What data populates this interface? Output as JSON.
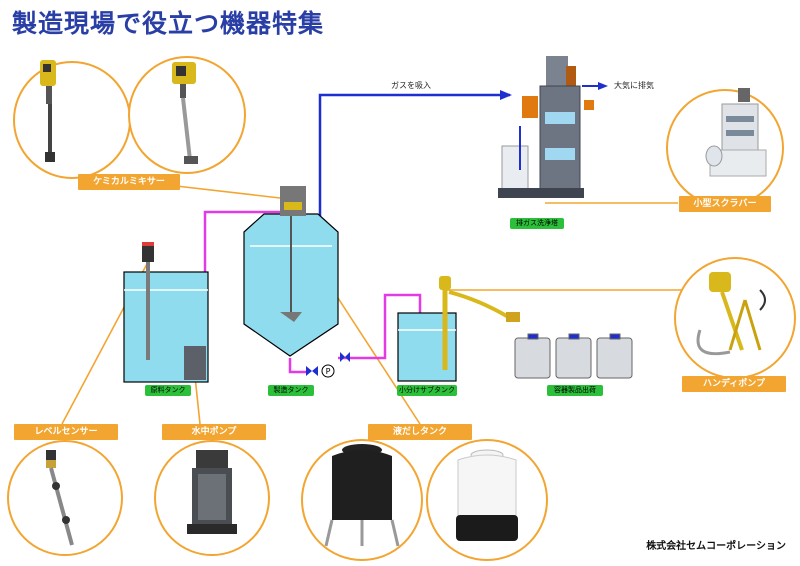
{
  "title": "製造現場で役立つ機器特集",
  "labels": {
    "chemical_mixer": "ケミカルミキサー",
    "small_scrubber": "小型スクラバー",
    "handy_pump": "ハンディポンプ",
    "level_sensor": "レベルセンサー",
    "submersible_pump": "水中ポンプ",
    "dispense_tank": "液だしタンク"
  },
  "tanks": {
    "raw_tank": "原料タンク",
    "production_tank": "製造タンク",
    "dispense_small_tank": "小分けサブタンク",
    "container_shipping": "容器製品出荷",
    "exhaust_gas": "排ガス洗浄塔"
  },
  "flows": {
    "gas_intake": "ガスを吸入",
    "exhaust": "大気に排気"
  },
  "pump_symbol": "P",
  "company": "株式会社セムコーポレーション",
  "colors": {
    "title": "#2a3fa6",
    "orange": "#f2a531",
    "green": "#2bbf3a",
    "liquid": "#8fdcef",
    "pipe_magenta": "#e23be6",
    "pipe_blue": "#1f2fcf"
  }
}
